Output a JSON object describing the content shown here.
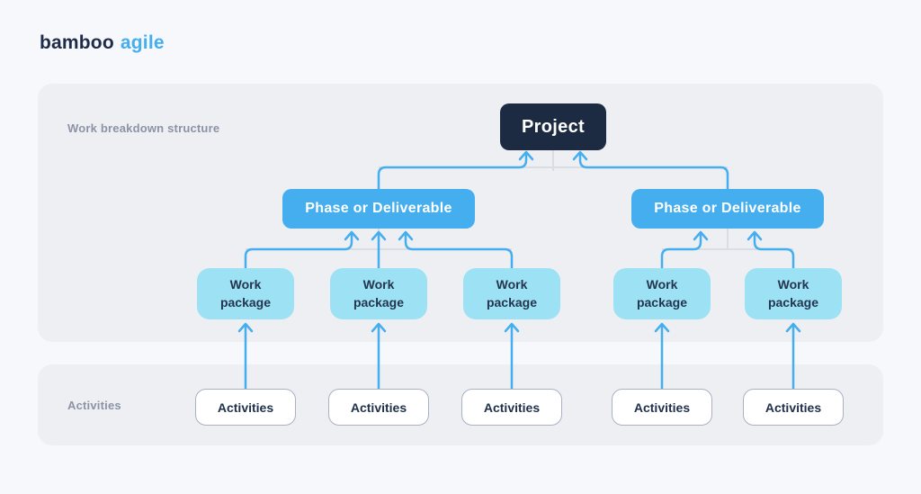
{
  "logo": {
    "part1": "bamboo",
    "part2": "agile"
  },
  "panels": {
    "wbs": {
      "label": "Work breakdown structure"
    },
    "activities": {
      "label": "Activities"
    }
  },
  "nodes": {
    "project": {
      "label": "Project"
    },
    "phases": [
      {
        "label": "Phase or Deliverable"
      },
      {
        "label": "Phase or Deliverable"
      }
    ],
    "work_packages": [
      {
        "label": "Work package"
      },
      {
        "label": "Work package"
      },
      {
        "label": "Work package"
      },
      {
        "label": "Work package"
      },
      {
        "label": "Work package"
      }
    ],
    "activities": [
      {
        "label": "Activities"
      },
      {
        "label": "Activities"
      },
      {
        "label": "Activities"
      },
      {
        "label": "Activities"
      },
      {
        "label": "Activities"
      }
    ]
  },
  "colors": {
    "page_bg": "#f7f8fb",
    "panel_bg": "#edeff3",
    "brand_dark": "#1e2b49",
    "brand_blue": "#45aeef",
    "node_project_bg": "#1d2b42",
    "node_phase_bg": "#45aeef",
    "node_work_package_bg": "#9ce2f4",
    "node_activity_border": "#a9b1c2",
    "connector_blue": "#45aeef",
    "connector_gray": "#d9dde4",
    "label_gray": "#8b93a5",
    "text_dark": "#24354f"
  }
}
